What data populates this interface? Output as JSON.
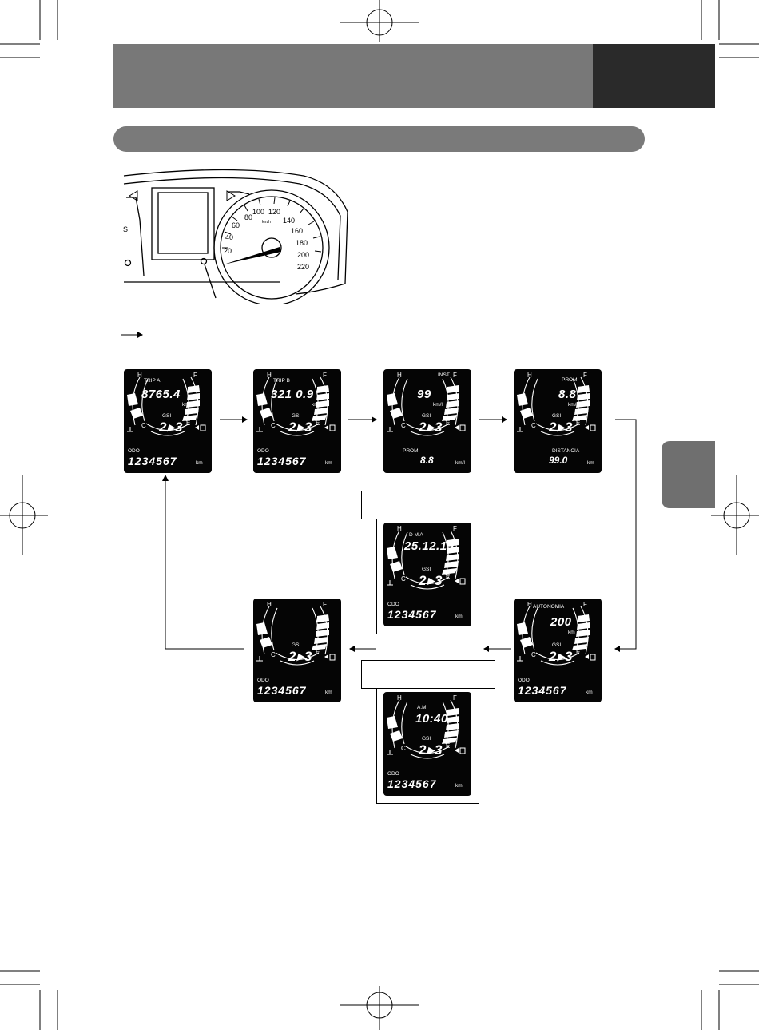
{
  "header": {
    "title": "",
    "chapter": ""
  },
  "section": {
    "title": ""
  },
  "cluster": {
    "speed_ticks": [
      "20",
      "40",
      "60",
      "80",
      "100",
      "120",
      "140",
      "160",
      "180",
      "200",
      "220"
    ],
    "speed_unit": "km/h",
    "left_gauge_letter": "S"
  },
  "legend": {
    "arrow_label": ""
  },
  "lcd_common": {
    "hot": "H",
    "cold": "C",
    "full": "F",
    "empty": "E",
    "gsi": "GSI",
    "gear": "2▸3",
    "odo_label": "ODO",
    "odo_value": "1234567",
    "km": "km"
  },
  "screens": {
    "trip_a": {
      "label": "TRIP A",
      "value": "8765.4",
      "unit": "km"
    },
    "trip_b": {
      "label": "TRIP B",
      "value": "321 0.9",
      "unit": "km"
    },
    "inst": {
      "label": "INST.",
      "value": "99",
      "unit": "km/l",
      "bottom_label": "PROM.",
      "bottom_value": "8.8",
      "bottom_unit": "km/l"
    },
    "prom": {
      "label": "PROM.",
      "value": "8.8",
      "unit": "km/l",
      "bottom_label": "DISTANCIA",
      "bottom_value": "99.0",
      "bottom_unit": "km"
    },
    "date": {
      "labels": "D    M    A",
      "value": "25.12.15"
    },
    "autonomia": {
      "label": "AUTONOMIA",
      "value": "200",
      "unit": "km"
    },
    "clock": {
      "label": "A.M.",
      "value": "10:40"
    },
    "blank": {}
  },
  "notes": {
    "date_box": "",
    "clock_box": ""
  }
}
